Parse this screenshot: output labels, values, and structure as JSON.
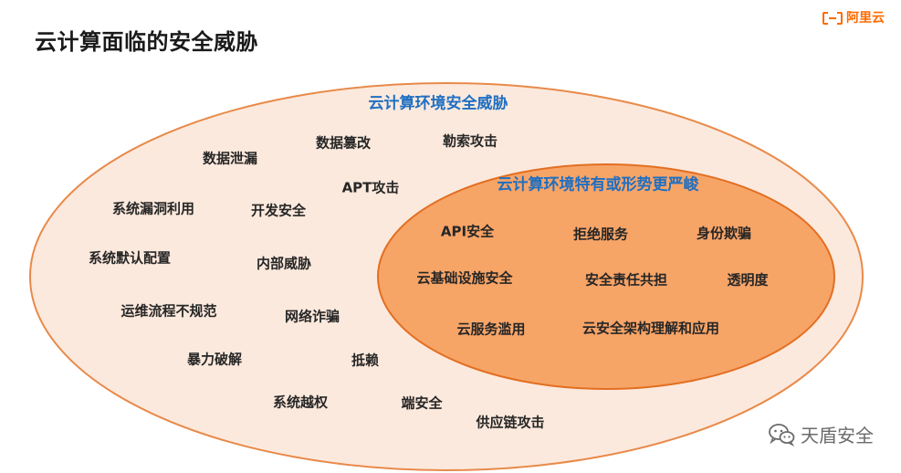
{
  "header": {
    "title": "云计算面临的安全威胁",
    "brand_text": "阿里云",
    "brand_icon": "aliyun-logo-icon"
  },
  "colors": {
    "brand": "#ff6a00",
    "outer_fill": "#fce9dd",
    "outer_stroke": "#e88a4a",
    "inner_fill": "#f7a467",
    "inner_stroke": "#e26f22",
    "set_title": "#1f6fc2",
    "label": "#262626",
    "watermark": "#6b6b6b"
  },
  "diagram": {
    "outer_set": {
      "title": "云计算环境安全威胁",
      "items": [
        "数据泄漏",
        "数据篡改",
        "勒索攻击",
        "APT攻击",
        "系统漏洞利用",
        "开发安全",
        "系统默认配置",
        "内部威胁",
        "运维流程不规范",
        "网络诈骗",
        "暴力破解",
        "抵赖",
        "系统越权",
        "端安全",
        "供应链攻击"
      ]
    },
    "inner_set": {
      "title": "云计算环境特有或形势更严峻",
      "items": [
        "API安全",
        "拒绝服务",
        "身份欺骗",
        "云基础设施安全",
        "安全责任共担",
        "透明度",
        "云服务滥用",
        "云安全架构理解和应用"
      ]
    }
  },
  "watermark": {
    "text": "天盾安全",
    "icon": "wechat-icon"
  }
}
